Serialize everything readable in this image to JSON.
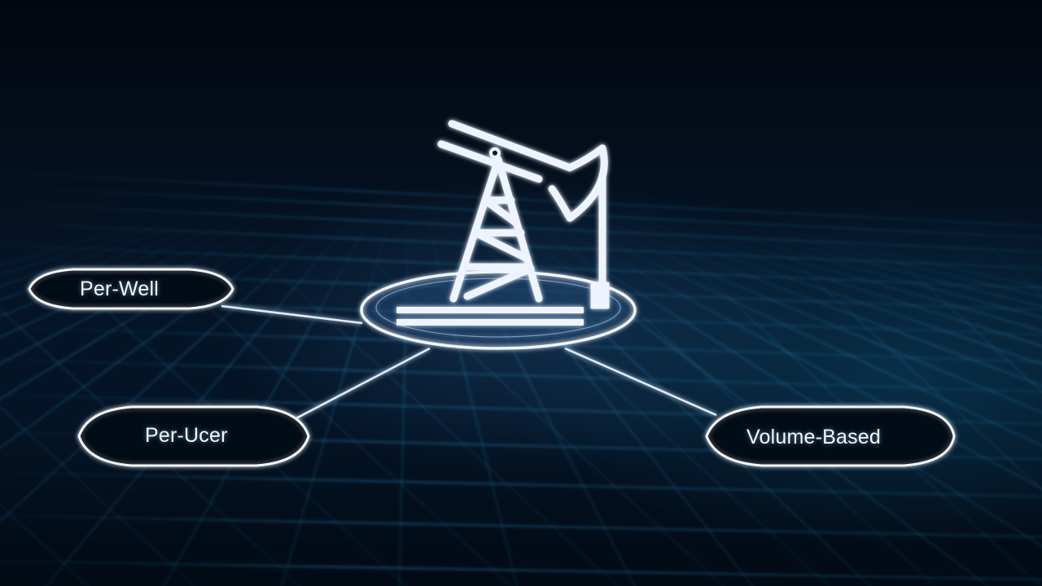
{
  "diagram": {
    "center": {
      "icon": "oil-pump-jack-icon"
    },
    "nodes": [
      {
        "id": "per-well",
        "label": "Per-Well"
      },
      {
        "id": "per-user",
        "label": "Per-Ucer"
      },
      {
        "id": "volume-based",
        "label": "Volume-Based"
      }
    ]
  },
  "colors": {
    "background": "#03101e",
    "grid": "#1f6f9a",
    "outline": "#e8f2ff",
    "glow": "#8fc8ff"
  }
}
